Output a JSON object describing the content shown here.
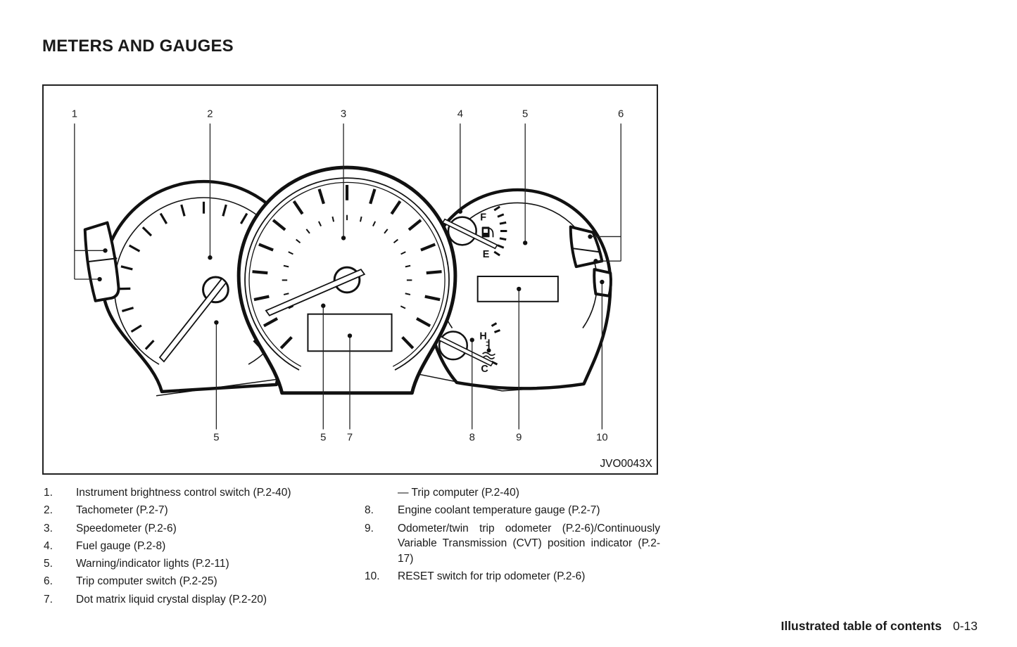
{
  "page_title": "METERS AND GAUGES",
  "figure": {
    "code": "JVO0043X",
    "callouts_top": [
      "1",
      "2",
      "3",
      "4",
      "5",
      "6"
    ],
    "callouts_bottom": [
      "5",
      "5",
      "7",
      "8",
      "9",
      "10"
    ],
    "fuel_gauge": {
      "full_label": "F",
      "empty_label": "E",
      "icon": "fuel-pump-icon"
    },
    "temp_gauge": {
      "hot_label": "H",
      "cold_label": "C",
      "icon": "coolant-temperature-icon"
    }
  },
  "legend": {
    "left": [
      {
        "num": "1.",
        "text": "Instrument brightness control switch (P.2-40)"
      },
      {
        "num": "2.",
        "text": "Tachometer (P.2-7)"
      },
      {
        "num": "3.",
        "text": "Speedometer (P.2-6)"
      },
      {
        "num": "4.",
        "text": "Fuel gauge (P.2-8)"
      },
      {
        "num": "5.",
        "text": "Warning/indicator lights (P.2-11)"
      },
      {
        "num": "6.",
        "text": "Trip computer switch (P.2-25)"
      },
      {
        "num": "7.",
        "text": "Dot matrix liquid crystal display (P.2-20)"
      }
    ],
    "right": [
      {
        "num": "",
        "text": "— Trip computer (P.2-40)"
      },
      {
        "num": "8.",
        "text": "Engine coolant temperature gauge (P.2-7)"
      },
      {
        "num": "9.",
        "text": "Odometer/twin trip odometer (P.2-6)/Continuously Variable Transmission (CVT) position indicator (P.2-17)"
      },
      {
        "num": "10.",
        "text": "RESET switch for trip odometer (P.2-6)"
      }
    ]
  },
  "footer": {
    "section": "Illustrated table of contents",
    "page_number": "0-13"
  }
}
